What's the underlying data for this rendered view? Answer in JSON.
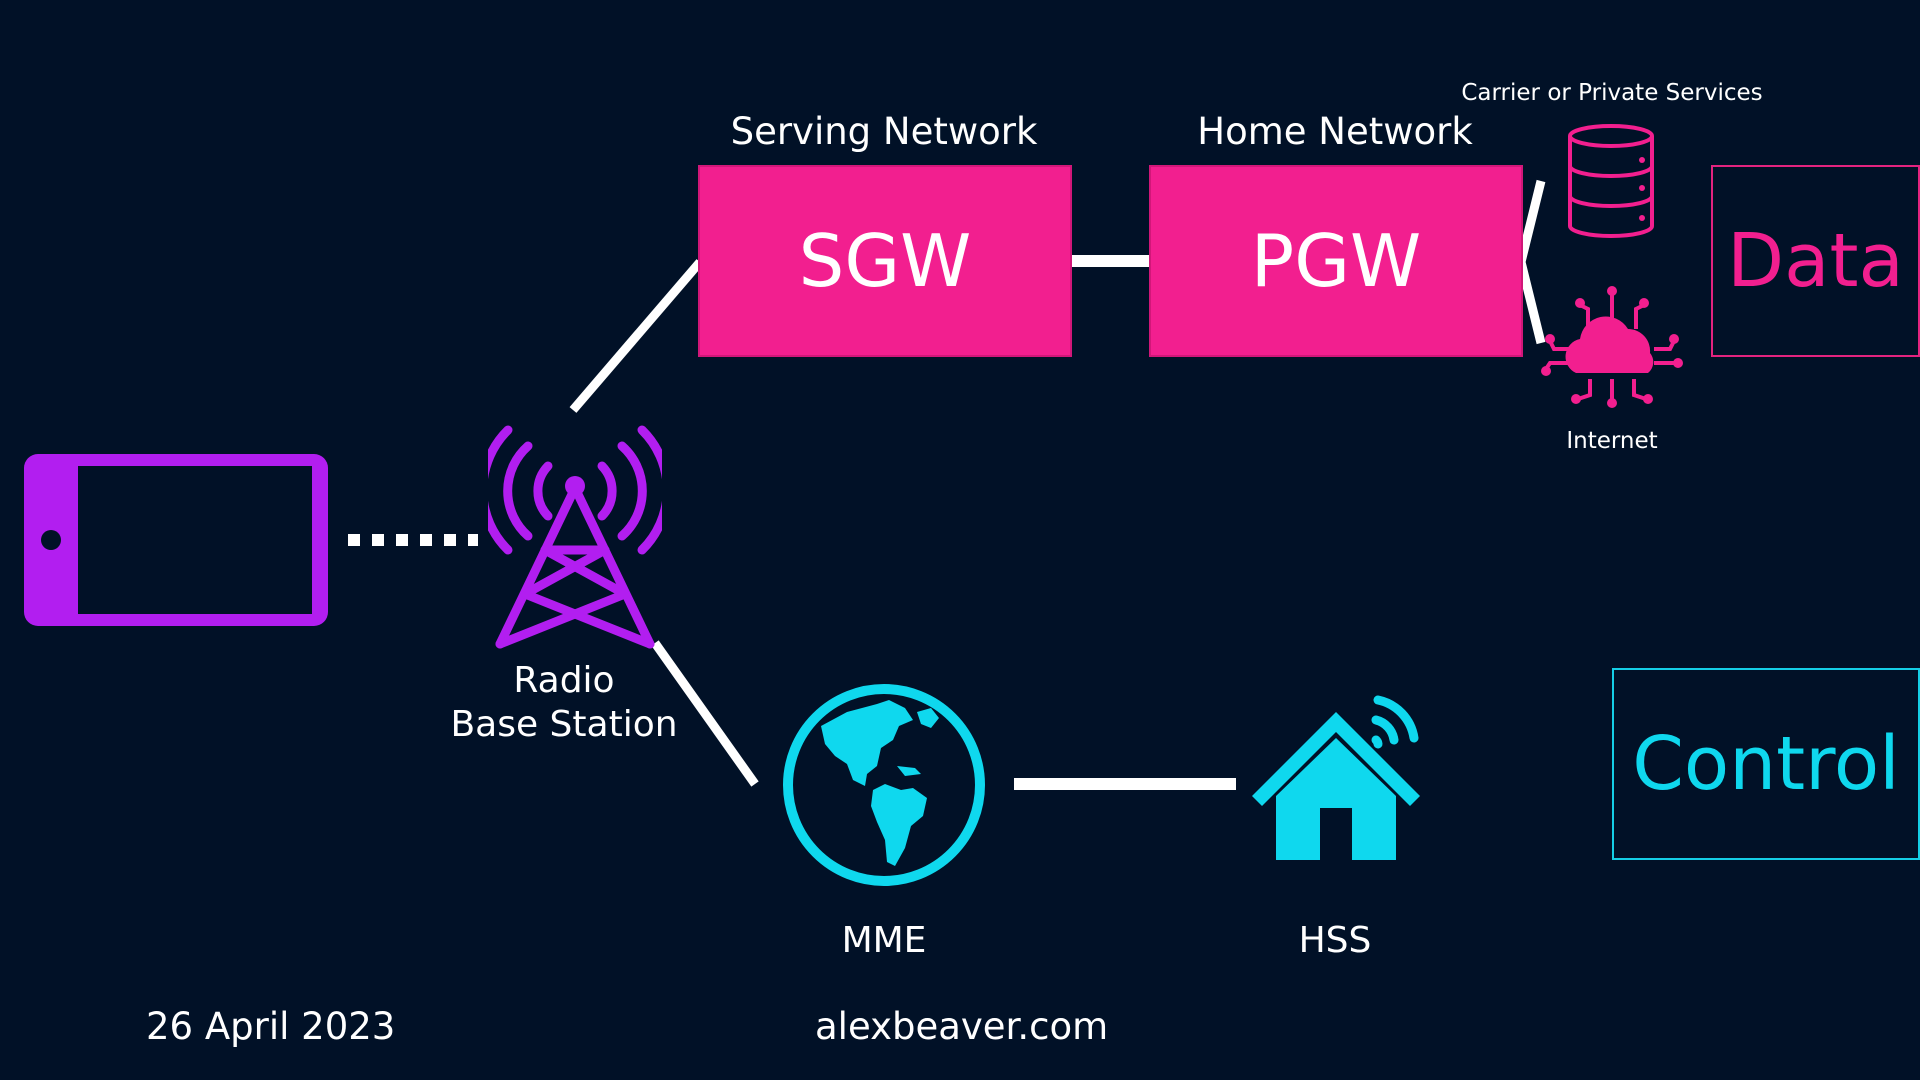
{
  "networks": {
    "serving": "Serving Network",
    "home": "Home Network"
  },
  "gateways": {
    "sgw": "SGW",
    "pgw": "PGW"
  },
  "services": {
    "carrier": "Carrier or Private Services",
    "internet": "Internet"
  },
  "base_station": {
    "line1": "Radio",
    "line2": "Base Station"
  },
  "control_nodes": {
    "mme": "MME",
    "hss": "HSS"
  },
  "legend": {
    "data": "Data",
    "control": "Control"
  },
  "footer": {
    "date": "26 April 2023",
    "site": "alexbeaver.com"
  },
  "colors": {
    "background": "#011127",
    "data_accent": "#f21f8f",
    "control_accent": "#0fd8ee",
    "device_accent": "#b21ef0",
    "link": "#ffffff"
  },
  "icons": {
    "device": "phone-icon",
    "tower": "radio-tower-icon",
    "database": "database-icon",
    "internet": "cloud-network-icon",
    "mme": "globe-icon",
    "hss": "smart-home-icon"
  }
}
